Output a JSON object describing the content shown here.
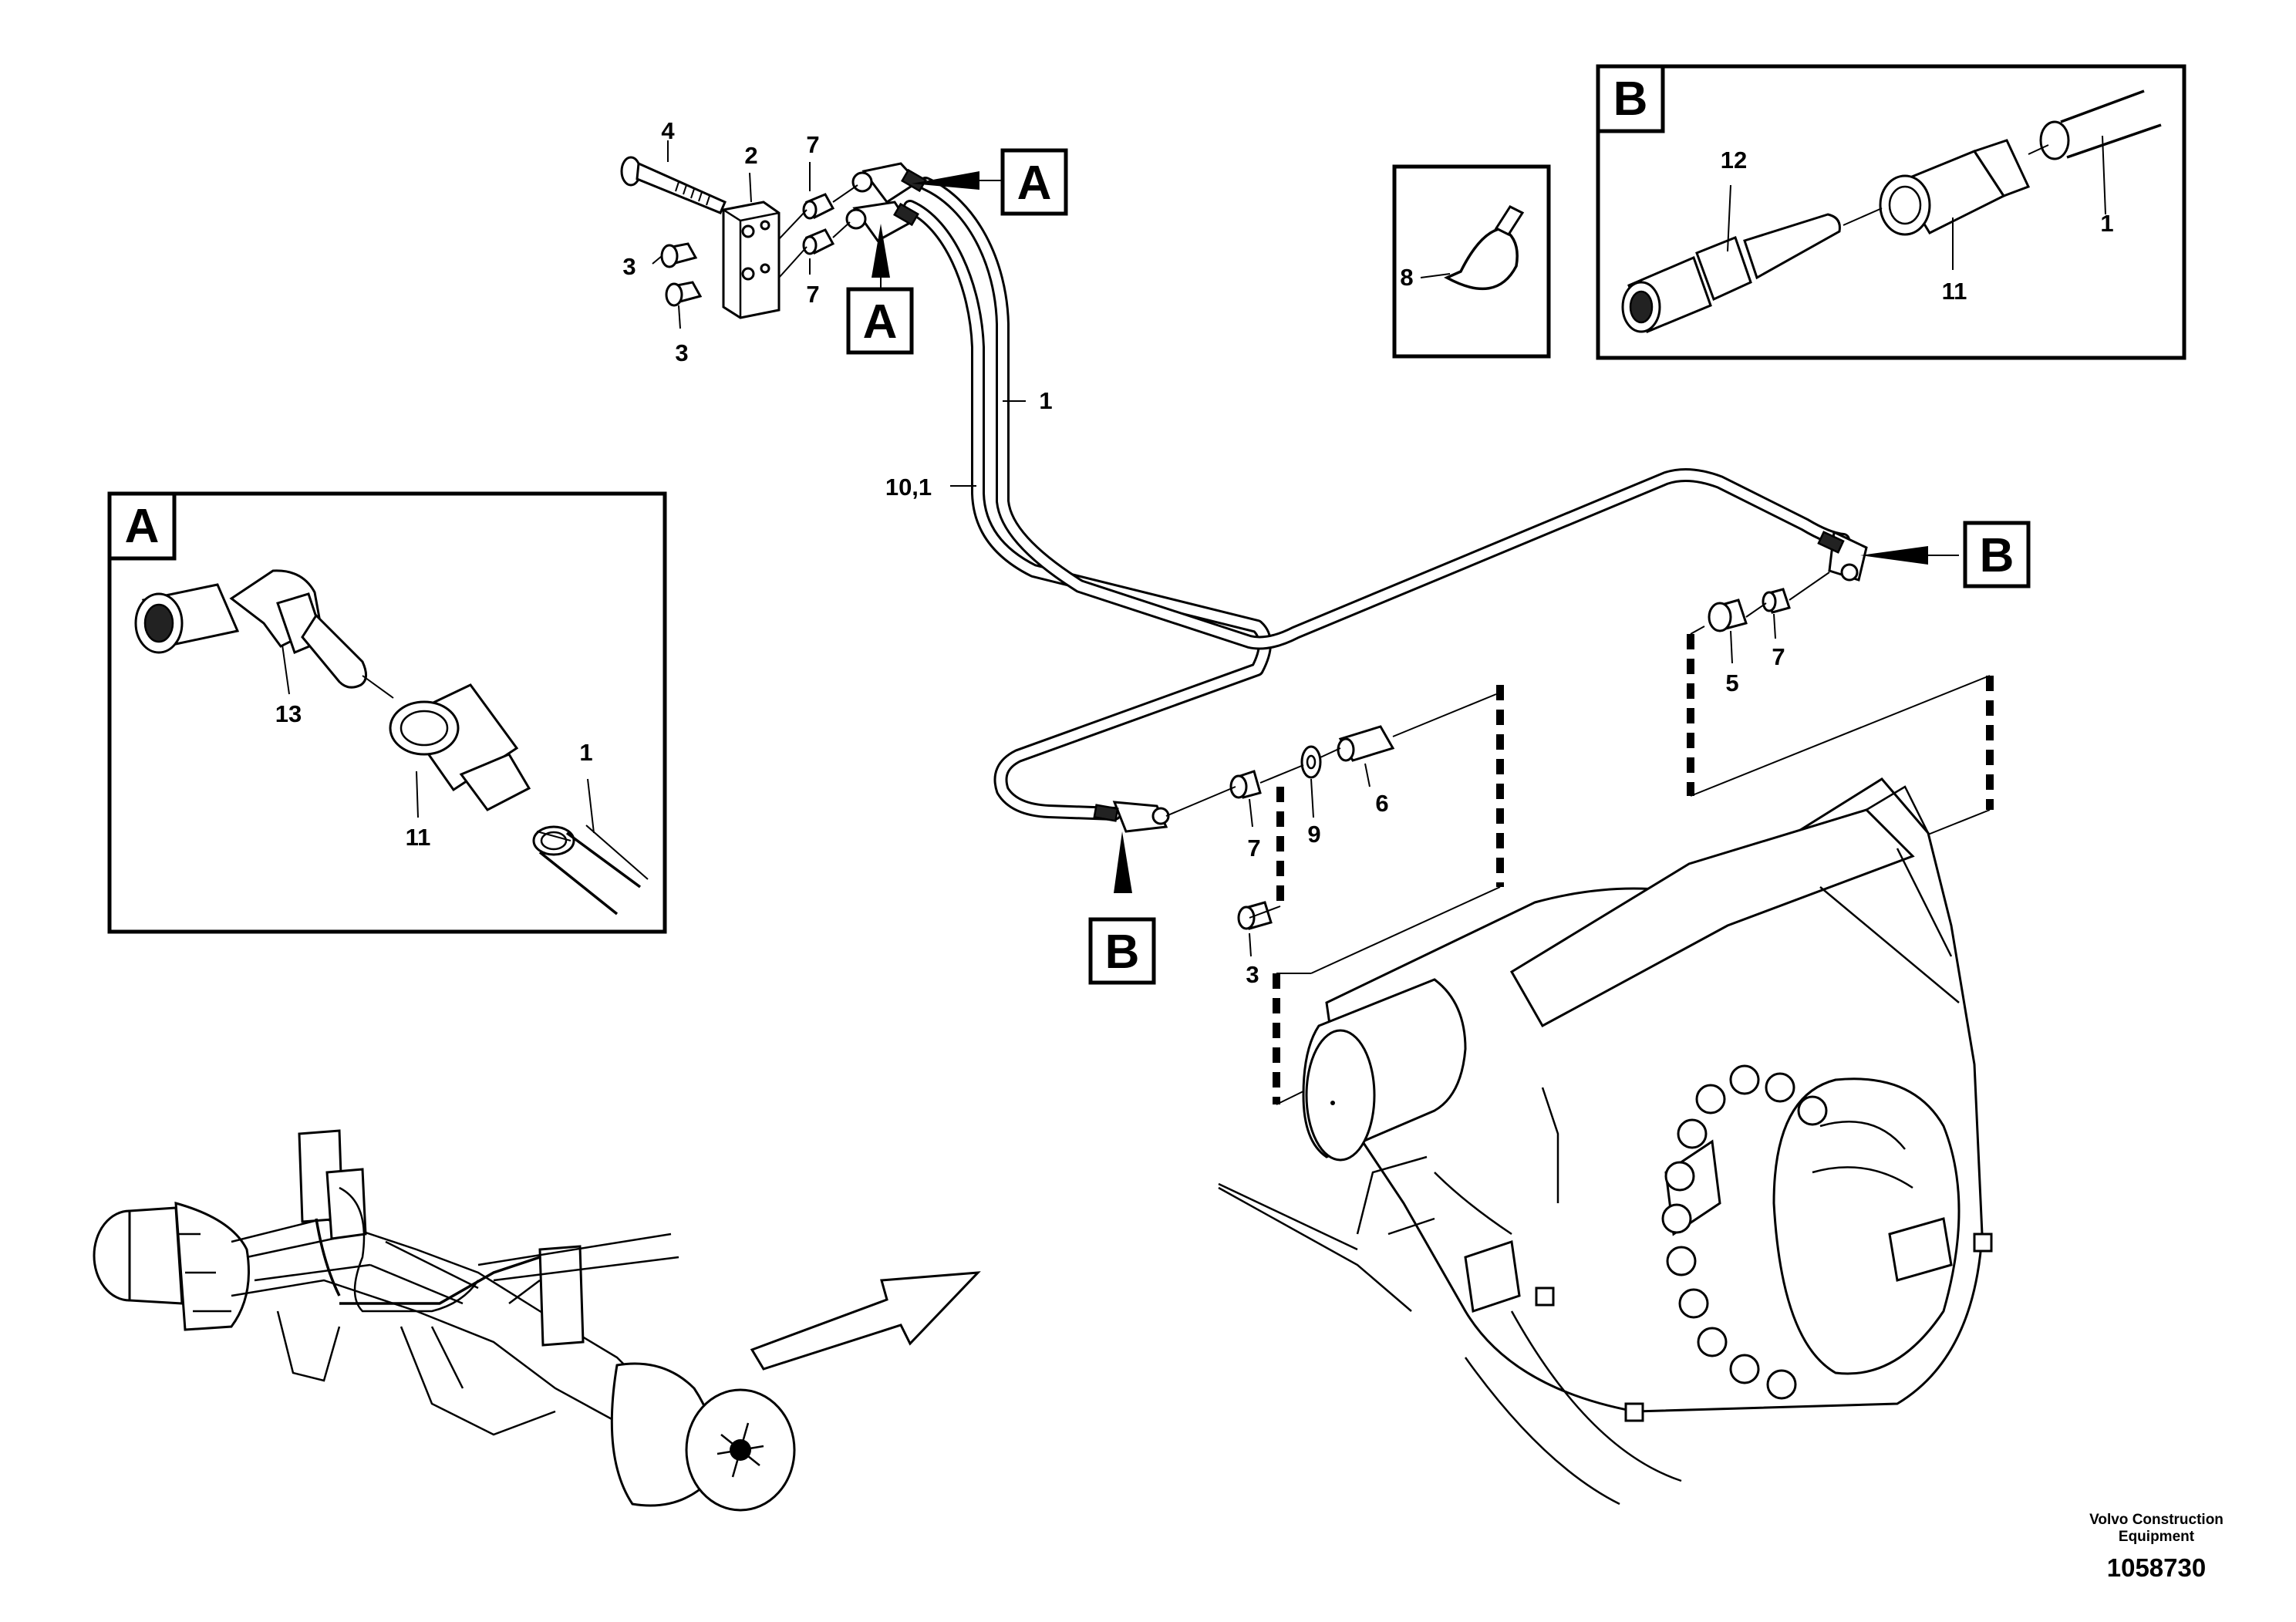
{
  "diagram": {
    "callouts": {
      "c4": "4",
      "c2": "2",
      "c7a": "7",
      "c7b": "7",
      "c3a": "3",
      "c3b": "3",
      "c1a": "1",
      "c10_1": "10,1",
      "c8": "8",
      "c12": "12",
      "c11b": "11",
      "c1b": "1",
      "c13": "13",
      "c11a": "11",
      "c1c": "1",
      "c5": "5",
      "c7c": "7",
      "c7d": "7",
      "c9": "9",
      "c6": "6",
      "c3c": "3"
    },
    "detail_letters": {
      "a_top": "A",
      "a_mid": "A",
      "a_box": "A",
      "b_box": "B",
      "b_right": "B",
      "b_bottom": "B"
    },
    "footer": {
      "company_line1": "Volvo Construction",
      "company_line2": "Equipment",
      "doc_number": "1058730"
    }
  },
  "colors": {
    "line": "#000000",
    "background": "#ffffff"
  },
  "icons": [
    "direction-arrow-icon"
  ]
}
